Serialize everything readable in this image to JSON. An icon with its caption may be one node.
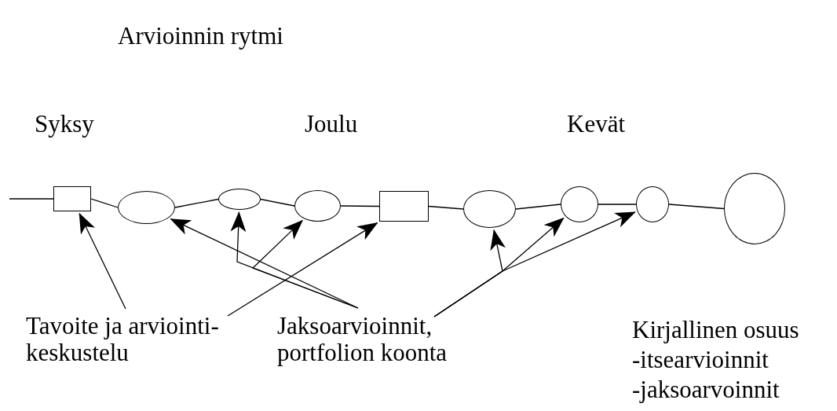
{
  "diagram": {
    "title": "Arvioinnin rytmi",
    "nodes": [
      {
        "text": [],
        "shape": "box"
      },
      {
        "text": [],
        "shape": "ellipse"
      },
      {
        "text": [],
        "shape": "ellipse"
      },
      {
        "text": [],
        "shape": "ellipse"
      },
      {
        "text": [],
        "shape": "box"
      },
      {
        "text": [],
        "shape": "ellipse"
      },
      {
        "text": [],
        "shape": "circle"
      },
      {
        "text": [],
        "shape": "circle"
      },
      {
        "text": [],
        "shape": "ellipse"
      },
      {
        "text": [
          "Tavoite ja arviointi-keskustelu"
        ]
      },
      {
        "text": [
          "Jaksoarvioinnit, portfolion koonta"
        ]
      }
    ],
    "edges": [
      {
        "from": null,
        "to": 0,
        "arrow": "none"
      },
      {
        "from": 0,
        "to": 1,
        "arrow": "none"
      },
      {
        "from": 1,
        "to": 2,
        "arrow": "none"
      },
      {
        "from": 2,
        "to": 3,
        "arrow": "none"
      },
      {
        "from": 3,
        "to": 4,
        "arrow": "none"
      },
      {
        "from": 4,
        "to": 5,
        "arrow": "none"
      },
      {
        "from": 5,
        "to": 6,
        "arrow": "none"
      },
      {
        "from": 6,
        "to": 7,
        "arrow": "none"
      },
      {
        "from": 7,
        "to": 8,
        "arrow": "none"
      },
      {
        "from": 9,
        "to": 0,
        "arrow": "to"
      },
      {
        "from": 9,
        "to": 4,
        "arrow": "to"
      },
      {
        "from": 10,
        "to": 1,
        "arrow": "to"
      },
      {
        "from": 10,
        "to": 2,
        "arrow": "to"
      },
      {
        "from": 10,
        "to": 3,
        "arrow": "to"
      },
      {
        "from": 10,
        "to": 5,
        "arrow": "to"
      },
      {
        "from": 10,
        "to": 6,
        "arrow": "to"
      },
      {
        "from": 10,
        "to": 7,
        "arrow": "to"
      }
    ],
    "labels": [
      "Syksy",
      "Joulu",
      "Kevät",
      "Kirjallinen osuus",
      "-itsearvioinnit",
      "-jaksoarvoinnit"
    ]
  }
}
